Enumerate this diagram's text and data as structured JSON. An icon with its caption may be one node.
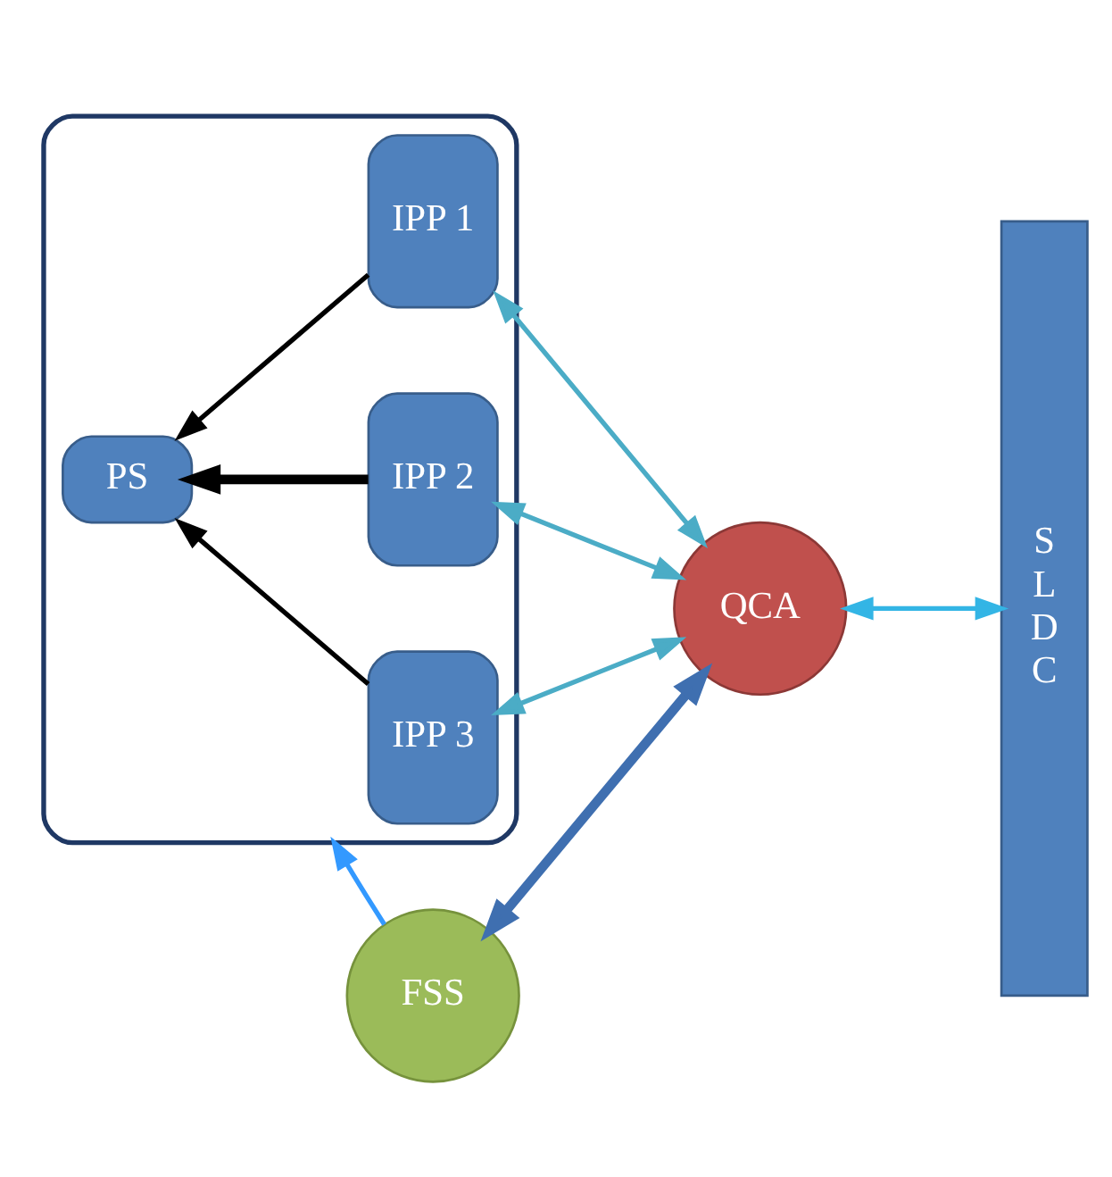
{
  "diagram": {
    "nodes": [
      {
        "text": [],
        "shape": "box"
      },
      {
        "text": [
          "PS"
        ],
        "in": 0
      },
      {
        "text": [
          "IPP 1"
        ],
        "in": 0
      },
      {
        "text": [
          "IPP 2"
        ],
        "in": 0
      },
      {
        "text": [
          "IPP 3"
        ],
        "in": 0
      },
      {
        "text": [
          "FSS"
        ]
      },
      {
        "text": [
          "QCA"
        ]
      },
      {
        "text": [
          "S L D C"
        ]
      }
    ],
    "edges": [
      {
        "from": 5,
        "to": 0,
        "arrow": "to",
        "color": "#3399ff"
      },
      {
        "from": 2,
        "to": 1,
        "arrow": "to"
      },
      {
        "from": 3,
        "to": 1,
        "arrow": "to",
        "style": "thick"
      },
      {
        "from": 4,
        "to": 1,
        "arrow": "to"
      },
      {
        "from": 6,
        "to": 2,
        "arrow": "both",
        "color": "#4bacc6"
      },
      {
        "from": 6,
        "to": 3,
        "arrow": "both",
        "color": "#4bacc6"
      },
      {
        "from": 6,
        "to": 4,
        "arrow": "both",
        "color": "#4bacc6"
      },
      {
        "from": 6,
        "to": 5,
        "arrow": "both",
        "style": "thick",
        "color": "#3f6fb0"
      },
      {
        "from": 7,
        "to": 6,
        "arrow": "both",
        "color": "#33b5e5"
      }
    ]
  }
}
